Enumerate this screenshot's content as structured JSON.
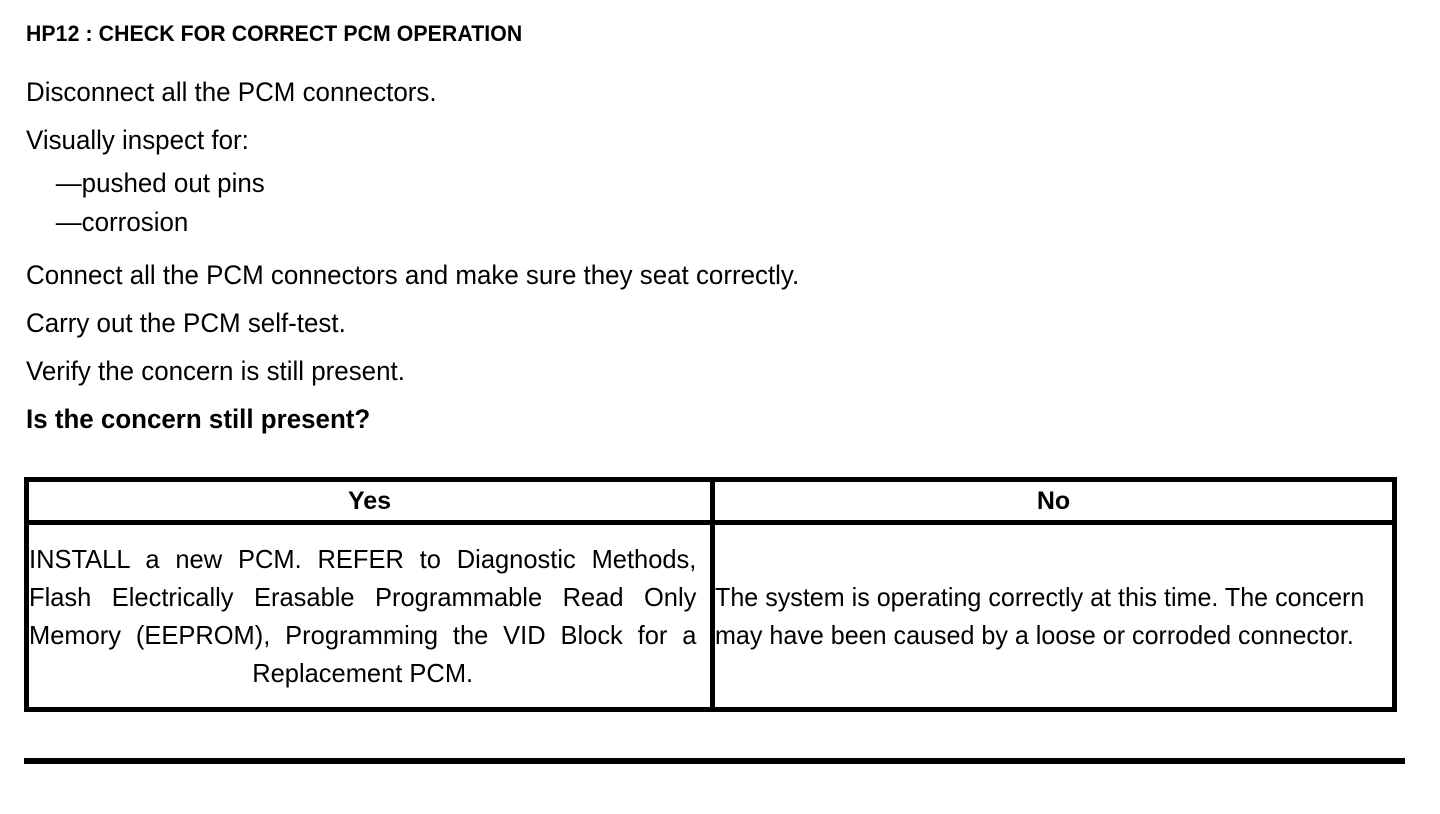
{
  "document": {
    "heading": "HP12 : CHECK FOR CORRECT PCM OPERATION",
    "steps": [
      {
        "text": "Disconnect all the PCM connectors.",
        "bold": false
      },
      {
        "text": "Visually inspect for:",
        "bold": false
      },
      {
        "text": "Connect all the PCM connectors and make sure they seat correctly.",
        "bold": false
      },
      {
        "text": "Carry out the PCM self-test.",
        "bold": false
      },
      {
        "text": "Verify the concern is still present.",
        "bold": false
      },
      {
        "text": "Is the concern still present?",
        "bold": true
      }
    ],
    "inspect_items": [
      "—pushed out pins",
      "—corrosion"
    ],
    "decision_table": {
      "headers": [
        "Yes",
        "No"
      ],
      "cells": [
        "INSTALL a new PCM. REFER to Diagnostic Methods, Flash Electrically Erasable Programmable Read Only Memory (EEPROM), Programming the VID Block for a Replacement PCM.",
        "The system is operating correctly at this time. The concern may have been caused by a loose or corroded connector."
      ]
    }
  },
  "colors": {
    "text": "#000000",
    "background": "#ffffff",
    "rule": "#000000"
  }
}
